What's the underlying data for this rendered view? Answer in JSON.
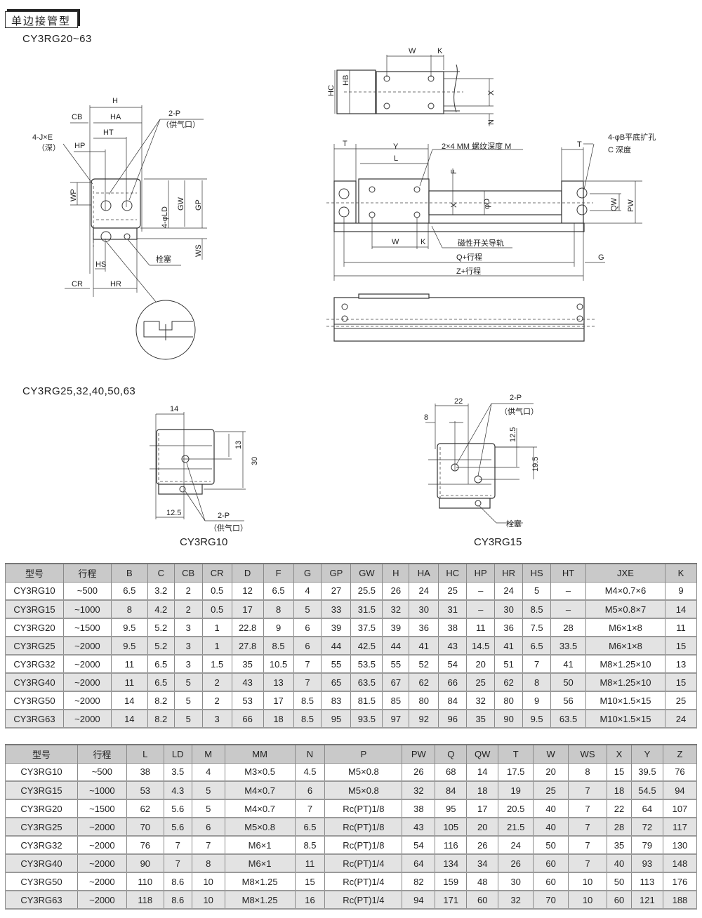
{
  "section_title": "单边接管型",
  "labels": {
    "series_main": "CY3RG20~63",
    "series_sub": "CY3RG25,32,40,50,63",
    "left": {
      "H": "H",
      "CB": "CB",
      "HA": "HA",
      "HT": "HT",
      "HP": "HP",
      "JXE": "4-J×E",
      "deep": "（深）",
      "P": "2-P",
      "air": "（供气口）",
      "WP": "WP",
      "LD": "4-φLD",
      "GW": "GW",
      "GP": "GP",
      "WS": "WS",
      "plug": "栓塞",
      "HS": "HS",
      "CR": "CR",
      "HR": "HR"
    },
    "top": {
      "W": "W",
      "K": "K",
      "HC": "HC",
      "HB": "HB",
      "X": "X",
      "N": "N"
    },
    "front": {
      "T": "T",
      "Y": "Y",
      "L": "L",
      "MM": "2×4 MM 螺纹深度 M",
      "F": "F",
      "X": "X",
      "D": "φD",
      "B": "4-φB平底扩孔",
      "C": "C  深度",
      "T2": "T",
      "QW": "QW",
      "PW": "PW",
      "W": "W",
      "K": "K",
      "rail": "磁性开关导轨",
      "Q": "Q+行程",
      "G": "G",
      "Z": "Z+行程"
    },
    "rg10": {
      "d14": "14",
      "d13": "13",
      "d30": "30",
      "d125": "12.5",
      "P": "2-P",
      "air": "（供气口）",
      "name": "CY3RG10"
    },
    "rg15": {
      "d22": "22",
      "d8": "8",
      "d125": "12.5",
      "d195": "19.5",
      "P": "2-P",
      "air": "（供气口）",
      "plug": "栓塞",
      "name": "CY3RG15"
    }
  },
  "table1": {
    "headers": [
      "型号",
      "行程",
      "B",
      "C",
      "CB",
      "CR",
      "D",
      "F",
      "G",
      "GP",
      "GW",
      "H",
      "HA",
      "HC",
      "HP",
      "HR",
      "HS",
      "HT",
      "JXE",
      "K"
    ],
    "rows": [
      [
        "CY3RG10",
        "~500",
        "6.5",
        "3.2",
        "2",
        "0.5",
        "12",
        "6.5",
        "4",
        "27",
        "25.5",
        "26",
        "24",
        "25",
        "–",
        "24",
        "5",
        "–",
        "M4×0.7×6",
        "9"
      ],
      [
        "CY3RG15",
        "~1000",
        "8",
        "4.2",
        "2",
        "0.5",
        "17",
        "8",
        "5",
        "33",
        "31.5",
        "32",
        "30",
        "31",
        "–",
        "30",
        "8.5",
        "–",
        "M5×0.8×7",
        "14"
      ],
      [
        "CY3RG20",
        "~1500",
        "9.5",
        "5.2",
        "3",
        "1",
        "22.8",
        "9",
        "6",
        "39",
        "37.5",
        "39",
        "36",
        "38",
        "11",
        "36",
        "7.5",
        "28",
        "M6×1×8",
        "11"
      ],
      [
        "CY3RG25",
        "~2000",
        "9.5",
        "5.2",
        "3",
        "1",
        "27.8",
        "8.5",
        "6",
        "44",
        "42.5",
        "44",
        "41",
        "43",
        "14.5",
        "41",
        "6.5",
        "33.5",
        "M6×1×8",
        "15"
      ],
      [
        "CY3RG32",
        "~2000",
        "11",
        "6.5",
        "3",
        "1.5",
        "35",
        "10.5",
        "7",
        "55",
        "53.5",
        "55",
        "52",
        "54",
        "20",
        "51",
        "7",
        "41",
        "M8×1.25×10",
        "13"
      ],
      [
        "CY3RG40",
        "~2000",
        "11",
        "6.5",
        "5",
        "2",
        "43",
        "13",
        "7",
        "65",
        "63.5",
        "67",
        "62",
        "66",
        "25",
        "62",
        "8",
        "50",
        "M8×1.25×10",
        "15"
      ],
      [
        "CY3RG50",
        "~2000",
        "14",
        "8.2",
        "5",
        "2",
        "53",
        "17",
        "8.5",
        "83",
        "81.5",
        "85",
        "80",
        "84",
        "32",
        "80",
        "9",
        "56",
        "M10×1.5×15",
        "25"
      ],
      [
        "CY3RG63",
        "~2000",
        "14",
        "8.2",
        "5",
        "3",
        "66",
        "18",
        "8.5",
        "95",
        "93.5",
        "97",
        "92",
        "96",
        "35",
        "90",
        "9.5",
        "63.5",
        "M10×1.5×15",
        "24"
      ]
    ]
  },
  "table2": {
    "headers": [
      "型号",
      "行程",
      "L",
      "LD",
      "M",
      "MM",
      "N",
      "P",
      "PW",
      "Q",
      "QW",
      "T",
      "W",
      "WS",
      "X",
      "Y",
      "Z"
    ],
    "rows": [
      [
        "CY3RG10",
        "~500",
        "38",
        "3.5",
        "4",
        "M3×0.5",
        "4.5",
        "M5×0.8",
        "26",
        "68",
        "14",
        "17.5",
        "20",
        "8",
        "15",
        "39.5",
        "76"
      ],
      [
        "CY3RG15",
        "~1000",
        "53",
        "4.3",
        "5",
        "M4×0.7",
        "6",
        "M5×0.8",
        "32",
        "84",
        "18",
        "19",
        "25",
        "7",
        "18",
        "54.5",
        "94"
      ],
      [
        "CY3RG20",
        "~1500",
        "62",
        "5.6",
        "5",
        "M4×0.7",
        "7",
        "Rc(PT)1/8",
        "38",
        "95",
        "17",
        "20.5",
        "40",
        "7",
        "22",
        "64",
        "107"
      ],
      [
        "CY3RG25",
        "~2000",
        "70",
        "5.6",
        "6",
        "M5×0.8",
        "6.5",
        "Rc(PT)1/8",
        "43",
        "105",
        "20",
        "21.5",
        "40",
        "7",
        "28",
        "72",
        "117"
      ],
      [
        "CY3RG32",
        "~2000",
        "76",
        "7",
        "7",
        "M6×1",
        "8.5",
        "Rc(PT)1/8",
        "54",
        "116",
        "26",
        "24",
        "50",
        "7",
        "35",
        "79",
        "130"
      ],
      [
        "CY3RG40",
        "~2000",
        "90",
        "7",
        "8",
        "M6×1",
        "11",
        "Rc(PT)1/4",
        "64",
        "134",
        "34",
        "26",
        "60",
        "7",
        "40",
        "93",
        "148"
      ],
      [
        "CY3RG50",
        "~2000",
        "110",
        "8.6",
        "10",
        "M8×1.25",
        "15",
        "Rc(PT)1/4",
        "82",
        "159",
        "48",
        "30",
        "60",
        "10",
        "50",
        "113",
        "176"
      ],
      [
        "CY3RG63",
        "~2000",
        "118",
        "8.6",
        "10",
        "M8×1.25",
        "16",
        "Rc(PT)1/4",
        "94",
        "171",
        "60",
        "32",
        "70",
        "10",
        "60",
        "121",
        "188"
      ]
    ]
  }
}
